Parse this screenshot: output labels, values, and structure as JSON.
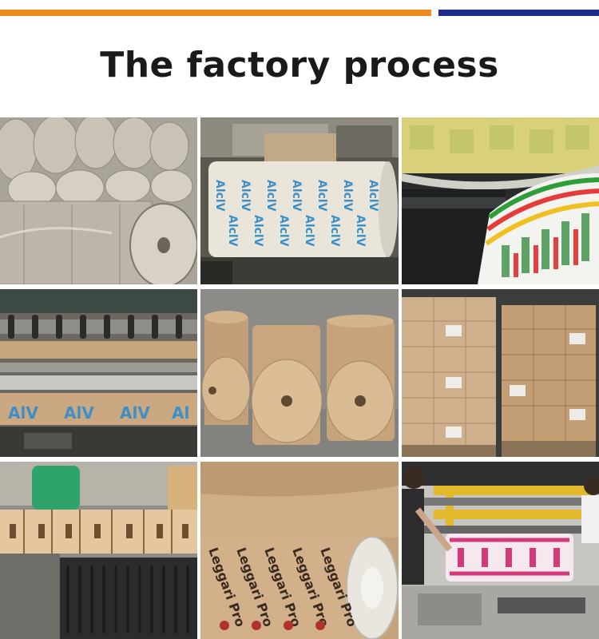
{
  "header": {
    "title": "The factory process",
    "accent_orange": "#f08a1c",
    "accent_blue": "#1f2a8a"
  },
  "photos": [
    {
      "id": "kraft-paper-rolls-stacked"
    },
    {
      "id": "printed-roll-aipia-workshop"
    },
    {
      "id": "coating-printed-film"
    },
    {
      "id": "slitting-machine-shafts"
    },
    {
      "id": "three-kraft-rolls-floor"
    },
    {
      "id": "packed-cartons-pallets"
    },
    {
      "id": "tape-rolls-on-slitter"
    },
    {
      "id": "leggari-printed-roll"
    },
    {
      "id": "operator-rewinding-machine"
    }
  ],
  "texts": {
    "roll_print": "AlclV",
    "leggari_print": "Leggari Pro"
  }
}
